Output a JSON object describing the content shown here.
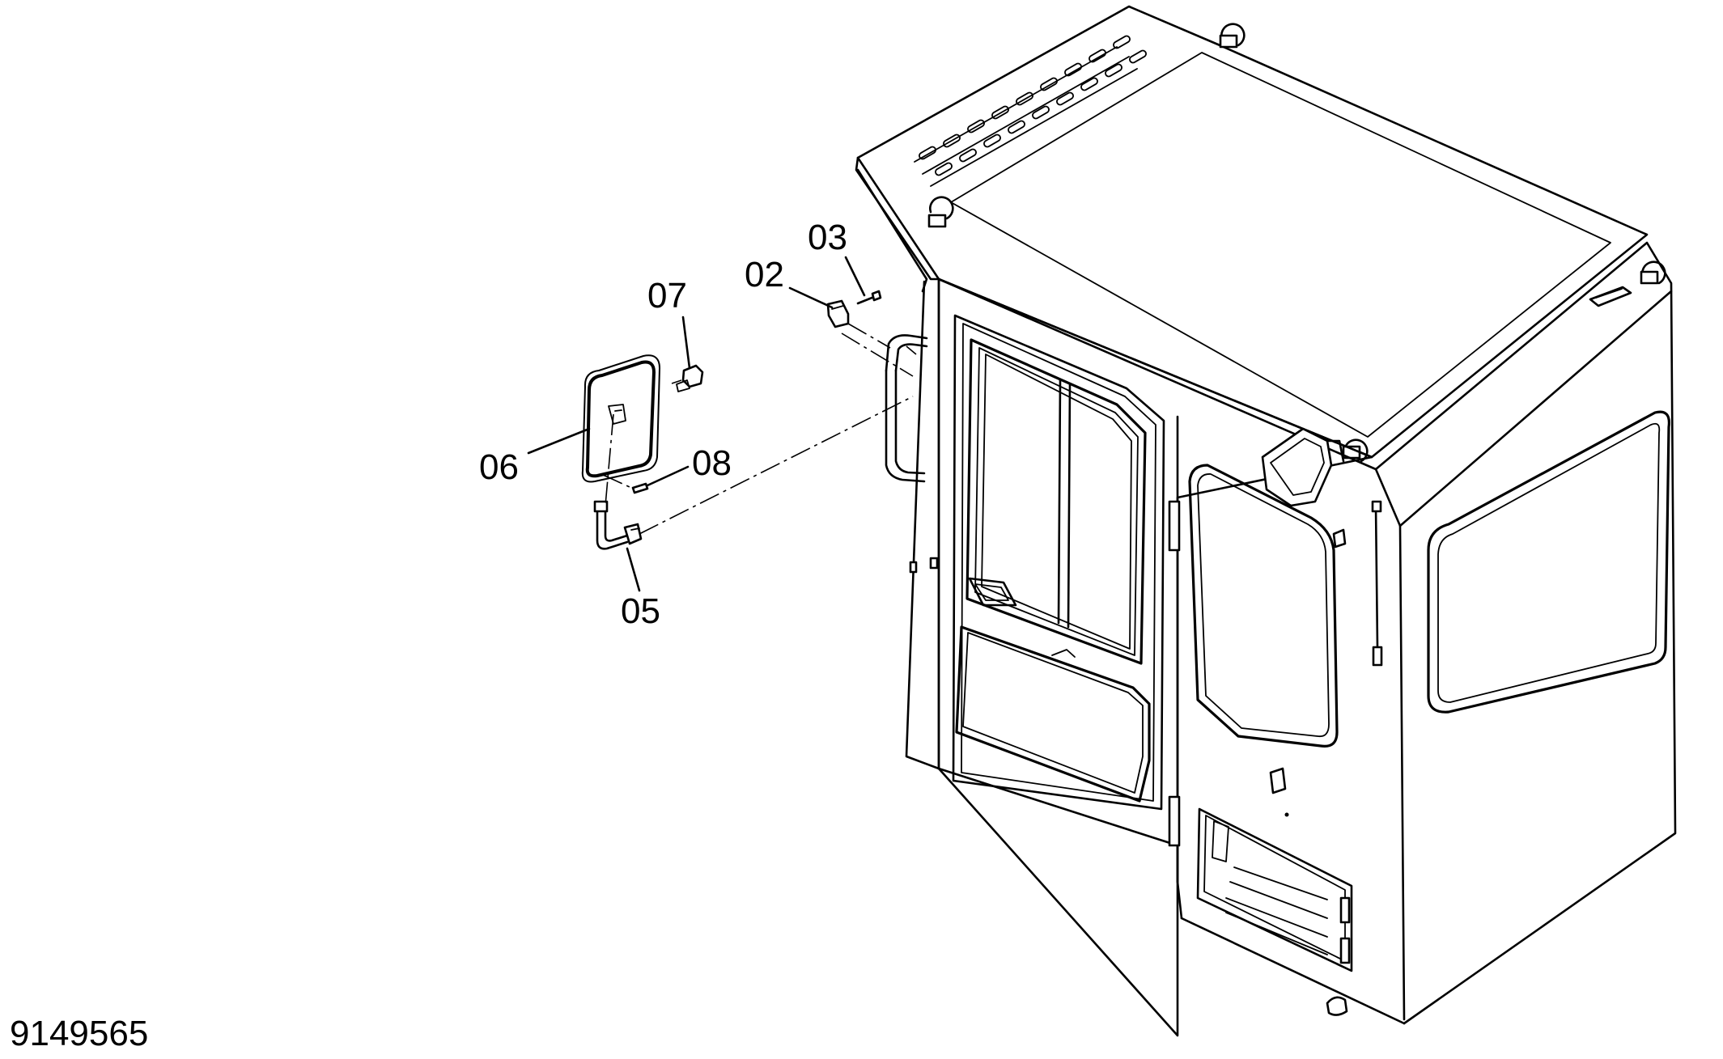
{
  "diagram": {
    "drawing_number": "9149565",
    "callouts": [
      {
        "id": "02",
        "label": "02"
      },
      {
        "id": "03",
        "label": "03"
      },
      {
        "id": "05",
        "label": "05"
      },
      {
        "id": "06",
        "label": "06"
      },
      {
        "id": "07",
        "label": "07"
      },
      {
        "id": "08",
        "label": "08"
      }
    ]
  }
}
